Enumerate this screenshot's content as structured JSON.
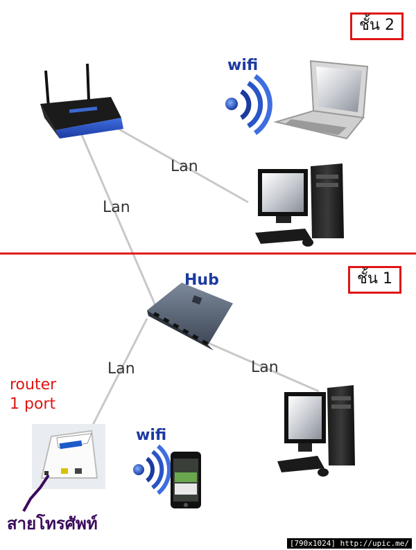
{
  "floors": {
    "upper": "ชั้น 2",
    "lower": "ชั้น 1"
  },
  "labels": {
    "wifi_top": "wifi",
    "wifi_bottom": "wifi",
    "lan_router_pc": "Lan",
    "lan_router_hub": "Lan",
    "lan_hub_router1": "Lan",
    "lan_hub_pc": "Lan",
    "hub": "Hub",
    "router_1port_line1": "router",
    "router_1port_line2": "1 port",
    "phone_line": "สายโทรศัพท์"
  },
  "footer": "[790x1024] http://upic.me/",
  "colors": {
    "divider": "#e01414",
    "badge_border": "#e01414",
    "cable": "#c8c8c8",
    "wifi_blue": "#1c3aa0",
    "router_label": "#e01414",
    "phone_cable": "#3b0a5c"
  }
}
